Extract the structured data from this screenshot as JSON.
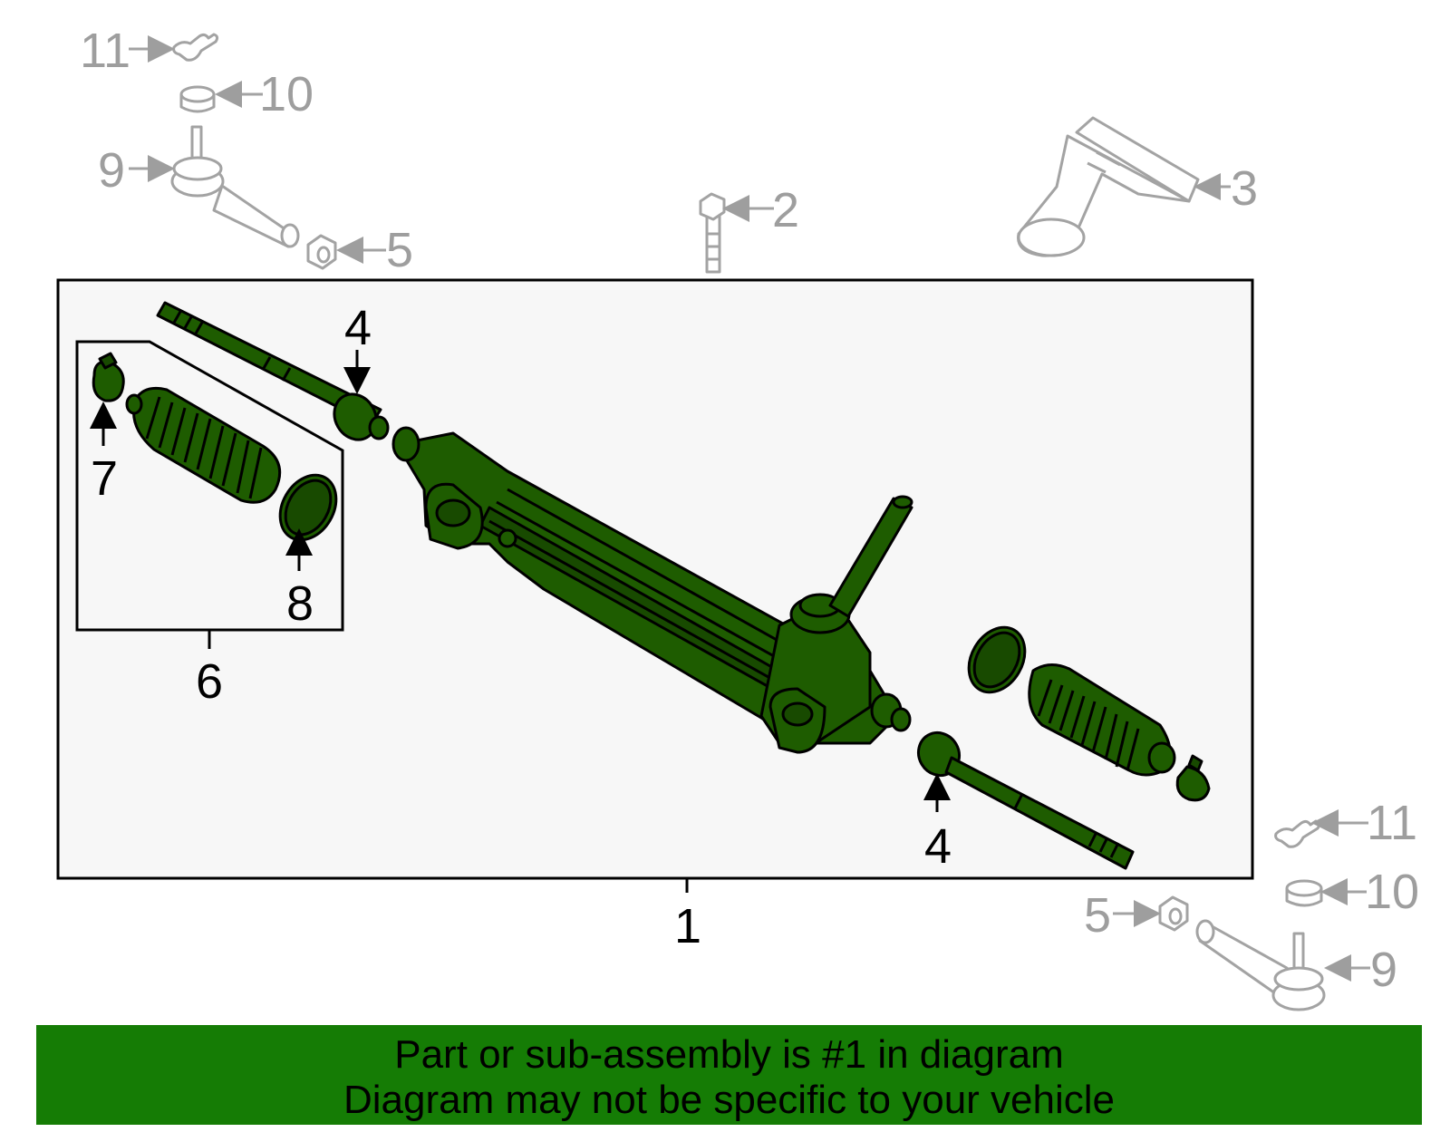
{
  "callouts": {
    "c1": "1",
    "c2": "2",
    "c3": "3",
    "c4_top": "4",
    "c4_bottom": "4",
    "c5_top": "5",
    "c5_bottom": "5",
    "c6": "6",
    "c7": "7",
    "c8": "8",
    "c9_top": "9",
    "c9_bottom": "9",
    "c10_top": "10",
    "c10_bottom": "10",
    "c11_top": "11",
    "c11_bottom": "11"
  },
  "banner": {
    "line1": "Part or sub-assembly is #1 in diagram",
    "line2": "Diagram may not be specific to your vehicle"
  },
  "colors": {
    "highlight": "#1e5c00",
    "banner": "#157c05",
    "context_parts": "#a3a3a3"
  }
}
